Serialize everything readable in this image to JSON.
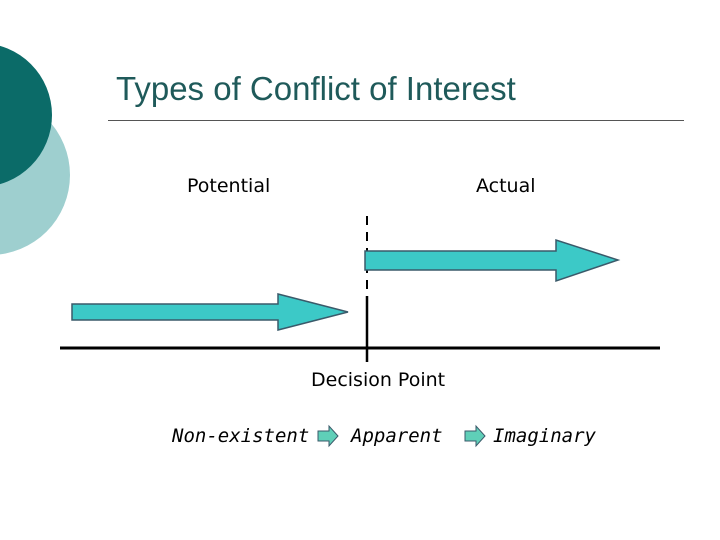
{
  "title": "Types of Conflict of Interest",
  "labels": {
    "potential": "Potential",
    "actual": "Actual",
    "decision_point": "Decision Point"
  },
  "sequence": [
    "Non-existent",
    "Apparent",
    "Imaginary"
  ],
  "colors": {
    "title": "#1f5a5a",
    "circle_dark": "#0b6b68",
    "circle_light": "#9ecfcf",
    "arrow_fill": "#3cc9c7",
    "arrow_stroke": "#3a5a6a",
    "small_arrow_fill": "#5fcfb8"
  }
}
